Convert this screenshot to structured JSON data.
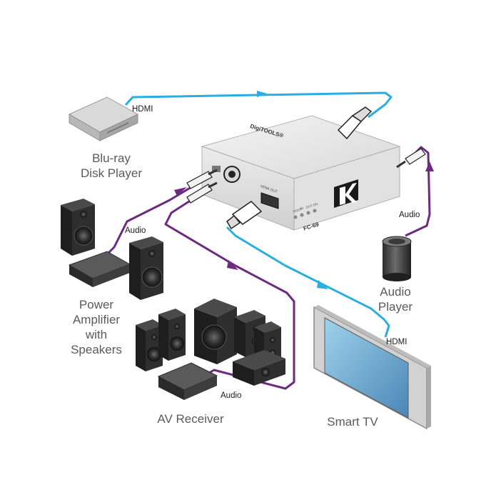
{
  "labels": {
    "bluray": [
      "Blu-ray",
      "Disk Player"
    ],
    "amp": [
      "Power",
      "Amplifier",
      "with",
      "Speakers"
    ],
    "av_receiver": "AV Receiver",
    "audio_player": [
      "Audio",
      "Player"
    ],
    "smart_tv": "Smart TV"
  },
  "cable_tags": {
    "hdmi_in": "HDMI",
    "hdmi_out": "HDMI",
    "audio_amp": "Audio",
    "audio_receiver": "Audio",
    "audio_player": "Audio"
  },
  "device": {
    "brand": "DigiTOOLS®",
    "model": "FC-69",
    "hdmi_out_label": "HDMI OUT",
    "leds": [
      "HDCP",
      "IN",
      "OUT",
      "ON"
    ],
    "logo": "kramer-logo-icon"
  },
  "colors": {
    "hdmi_cable": "#29aee0",
    "audio_cable": "#6d2a80",
    "label_text": "#5a5a5a",
    "device_body": "#eaeaea"
  }
}
